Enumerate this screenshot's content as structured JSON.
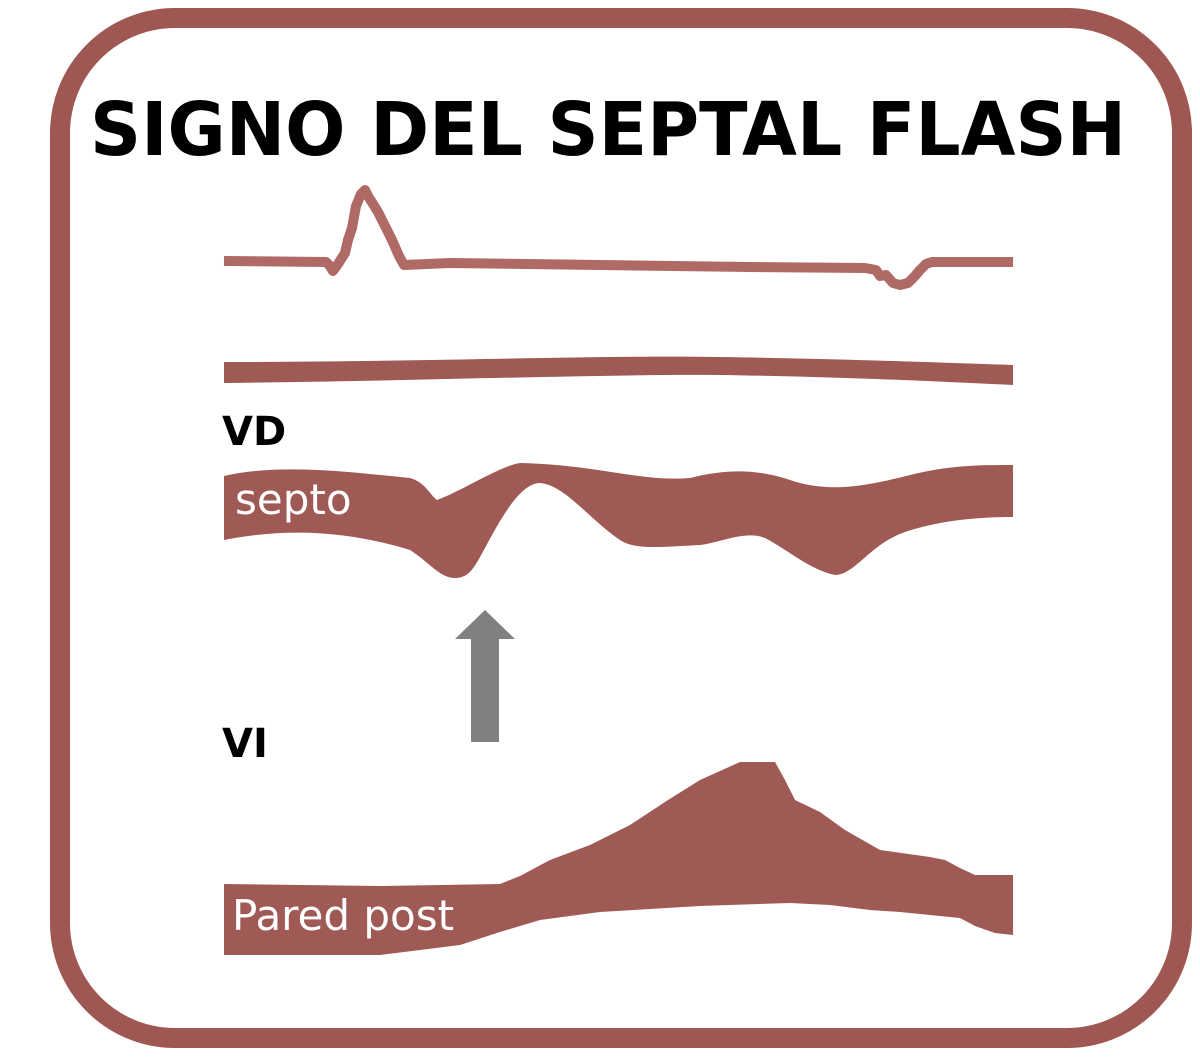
{
  "title": "SIGNO DEL SEPTAL FLASH",
  "labels": {
    "right_ventricle": "VD",
    "left_ventricle": "VI",
    "septum": "septo",
    "posterior_wall": "Pared post"
  },
  "colors": {
    "frame": "#9e5753",
    "ecg_trace": "#b06a66",
    "wall_fill": "#a05a55",
    "arrow": "#808080",
    "background": "#ffffff",
    "title_text": "#000000",
    "wall_label_text": "#ffffff"
  },
  "icons": {
    "arrow": "up-arrow-icon"
  }
}
